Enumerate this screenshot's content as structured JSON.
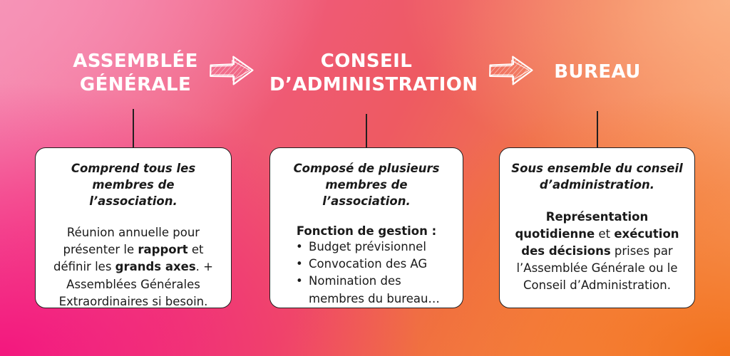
{
  "background": {
    "top_left_color": "#f68db4",
    "bottom_left_color": "#f3127d",
    "top_right_color": "#f9ad7d",
    "bottom_right_color": "#f26e16",
    "center_color": "#ee5a66"
  },
  "headers": [
    {
      "id": "assemblee-generale",
      "label": "ASSEMBLÉE\nGÉNÉRALE",
      "color": "#ffffff"
    },
    {
      "id": "conseil-administration",
      "label": "CONSEIL\nD’ADMINISTRATION",
      "color": "#ffffff"
    },
    {
      "id": "bureau",
      "label": "BUREAU",
      "color": "#ffffff"
    }
  ],
  "arrows": [
    {
      "id": "arrow-ag-to-ca",
      "icon": "arrow-right-sketch-icon"
    },
    {
      "id": "arrow-ca-to-bureau",
      "icon": "arrow-right-sketch-icon"
    }
  ],
  "connectors": [
    {
      "id": "connector-ag",
      "color": "#231f20"
    },
    {
      "id": "connector-ca",
      "color": "#231f20"
    },
    {
      "id": "connector-bureau",
      "color": "#231f20"
    }
  ],
  "cards": [
    {
      "id": "card-assemblee-generale",
      "lead": "Comprend tous les\nmembres de l’association.",
      "body_runs": [
        {
          "text": "Réunion annuelle pour présenter le ",
          "bold": false
        },
        {
          "text": "rapport",
          "bold": true
        },
        {
          "text": " et définir les ",
          "bold": false
        },
        {
          "text": "grands axes",
          "bold": true
        },
        {
          "text": ". + Assemblées Générales Extraordinaires si besoin.",
          "bold": false
        }
      ],
      "body_plain": "Réunion annuelle pour présenter le rapport et définir les grands axes.\n+ Assemblées Générales Extraordinaires si besoin."
    },
    {
      "id": "card-conseil-administration",
      "lead": "Composé de plusieurs\nmembres de l’association.",
      "list_heading": "Fonction de gestion :",
      "bullets": [
        "Budget prévisionnel",
        "Convocation des AG",
        "Nomination des membres du bureau…"
      ],
      "bullet_glyph": "•"
    },
    {
      "id": "card-bureau",
      "lead": "Sous ensemble du conseil\nd’administration.",
      "body_runs": [
        {
          "text": "Représentation quotidienne",
          "bold": true
        },
        {
          "text": " et ",
          "bold": false
        },
        {
          "text": "exécution des décisions",
          "bold": true
        },
        {
          "text": " prises par l’Assemblée Générale ou le Conseil d’Administration.",
          "bold": false
        }
      ],
      "body_plain": "Représentation quotidienne et exécution des décisions prises par l’Assemblée Générale ou le Conseil d’Administration."
    }
  ]
}
